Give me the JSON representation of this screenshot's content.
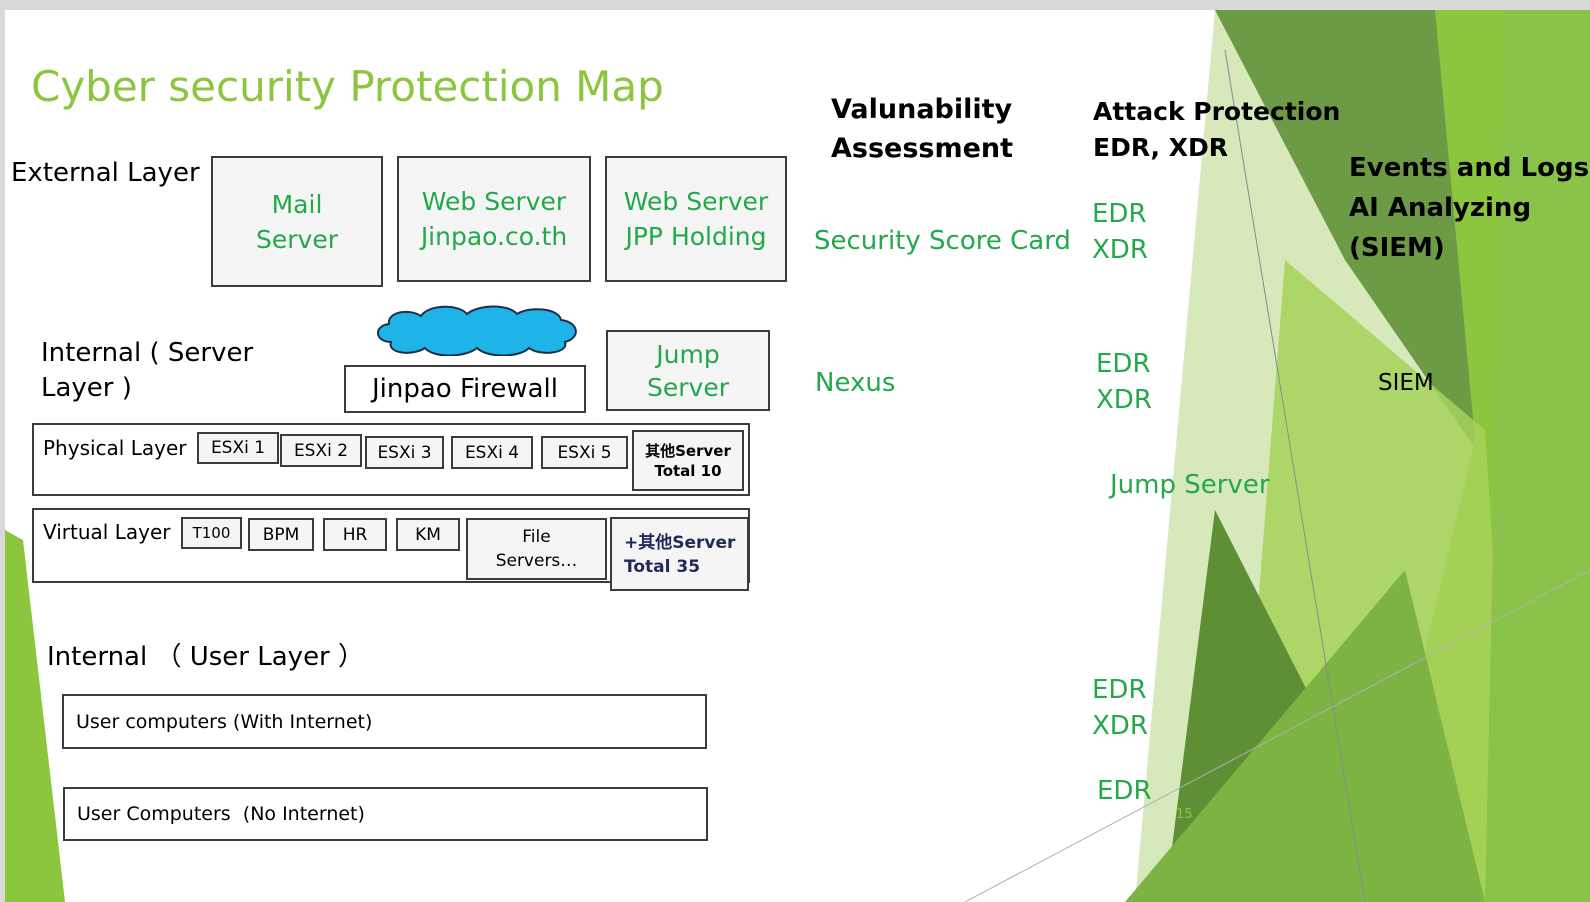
{
  "title": "Cyber security Protection Map",
  "layers": {
    "external": "External Layer",
    "internal_server": [
      "Internal ( Server",
      "Layer )"
    ],
    "physical": "Physical Layer",
    "virtual": "Virtual Layer",
    "internal_user": "Internal （ User Layer ）"
  },
  "external_servers": [
    {
      "lines": [
        "Mail",
        "Server"
      ]
    },
    {
      "lines": [
        "Web Server",
        "Jinpao.co.th"
      ]
    },
    {
      "lines": [
        "Web Server",
        "JPP Holding"
      ]
    }
  ],
  "firewall": "Jinpao Firewall",
  "jump_server_box": [
    "Jump",
    "Server"
  ],
  "physical_items": [
    "ESXi 1",
    "ESXi 2",
    "ESXi 3",
    "ESXi 4",
    "ESXi 5"
  ],
  "physical_other": [
    "其他Server",
    "Total 10"
  ],
  "virtual_items": [
    "T100",
    "BPM",
    "HR",
    "KM"
  ],
  "file_servers": [
    "File",
    "Servers…"
  ],
  "virtual_other": [
    "+其他Server",
    "Total 35"
  ],
  "user_rows": [
    "User computers (With Internet)",
    "User Computers  (No Internet)"
  ],
  "columns": {
    "vulnerability": [
      "Valunability",
      "Assessment"
    ],
    "attack": [
      "Attack Protection",
      "EDR, XDR"
    ],
    "events": [
      "Events and Logs",
      "AI Analyzing",
      "(SIEM)"
    ]
  },
  "vuln_items": [
    "Security Score Card",
    "Nexus"
  ],
  "attack_items": {
    "external": [
      "EDR",
      "XDR"
    ],
    "server": [
      "EDR",
      "XDR"
    ],
    "jump": "Jump Server",
    "user_internet": [
      "EDR",
      "XDR"
    ],
    "user_no_internet": "EDR"
  },
  "siem_label": "SIEM",
  "page_number": "15",
  "colors": {
    "accent_green": "#23a84a",
    "title_lime": "#8cc63f",
    "decor_greens": [
      "#6a9a3a",
      "#7cb342",
      "#9ccc3b",
      "#c5e1a5"
    ]
  }
}
